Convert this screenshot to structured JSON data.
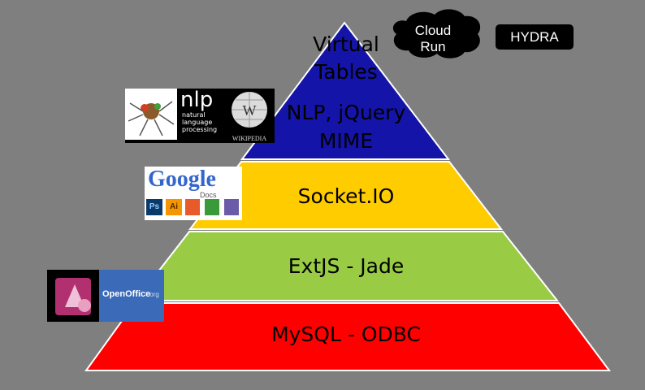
{
  "pyramid": {
    "layers": [
      {
        "lines": [
          "Virtual",
          "Tables"
        ],
        "color": "#1a1aa8"
      },
      {
        "lines": [
          "NLP, jQuery",
          "MIME"
        ],
        "color": "#1a1aa8"
      },
      {
        "lines": [
          "Socket.IO"
        ],
        "color": "#ffcc00"
      },
      {
        "lines": [
          "ExtJS - Jade"
        ],
        "color": "#99cc44"
      },
      {
        "lines": [
          "MySQL - ODBC"
        ],
        "color": "#ff0000"
      }
    ]
  },
  "badges": {
    "cloud_line1": "Cloud",
    "cloud_line2": "Run",
    "hydra": "HYDRA"
  },
  "logos": {
    "nlp_text": "nlp",
    "nlp_sub1": "natural",
    "nlp_sub2": "language",
    "nlp_sub3": "processing",
    "wikipedia": "WIKIPEDIA",
    "google": "Google",
    "google_docs": "Docs",
    "openoffice": "OpenOffice",
    "openoffice_suffix": ".org",
    "ps": "Ps",
    "ai": "Ai"
  }
}
